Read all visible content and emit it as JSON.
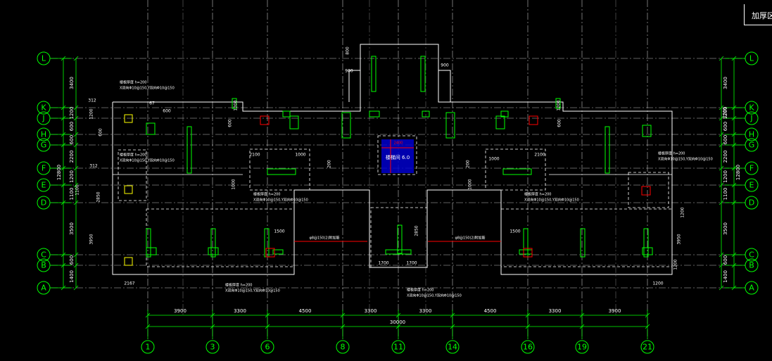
{
  "title_block": {
    "text": "加厚区域"
  },
  "colors": {
    "background": "#000000",
    "axis": "#00ff00",
    "wall": "#ffffff",
    "grid_line": "#ffffff",
    "column": "#00ff00",
    "highlight": "#ff0000",
    "yellow_mark": "#ffff00",
    "blue_fill": "#0000cc",
    "note_text": "#ffffff"
  },
  "axes_horizontal": [
    {
      "label": "L",
      "left_dim": "3400",
      "right_dim": "3400"
    },
    {
      "label": "K",
      "left_dim": "1200",
      "right_dim": "1200"
    },
    {
      "label": "J",
      "left_dim": "600",
      "right_dim": "600"
    },
    {
      "label": "H",
      "left_dim": "600",
      "right_dim": "600"
    },
    {
      "label": "G",
      "left_dim": "2200",
      "right_dim": "2200"
    },
    {
      "label": "F",
      "left_dim": "1200",
      "right_dim": "1200"
    },
    {
      "label": "E",
      "left_dim": "1100",
      "right_dim": "1100"
    },
    {
      "label": "D",
      "left_dim": "3500",
      "right_dim": "3500"
    },
    {
      "label": "C",
      "left_dim": "600",
      "right_dim": "600"
    },
    {
      "label": "B",
      "left_dim": "1400",
      "right_dim": "1400"
    },
    {
      "label": "A",
      "left_dim": "",
      "right_dim": ""
    }
  ],
  "overall_left_dim": "12800",
  "overall_right_dim": "12800",
  "axes_vertical": [
    {
      "label": "1"
    },
    {
      "label": "3"
    },
    {
      "label": "6"
    },
    {
      "label": "8"
    },
    {
      "label": "11"
    },
    {
      "label": "14"
    },
    {
      "label": "16"
    },
    {
      "label": "19"
    },
    {
      "label": "21"
    }
  ],
  "bay_dims": [
    "3900",
    "3300",
    "4500",
    "3300",
    "3300",
    "4500",
    "3300",
    "3900"
  ],
  "overall_bottom_dim": "30000",
  "interior_dims": [
    {
      "text": "800"
    },
    {
      "text": "900"
    },
    {
      "text": "900"
    },
    {
      "text": "1200"
    },
    {
      "text": "1200"
    },
    {
      "text": "1200"
    },
    {
      "text": "1200"
    },
    {
      "text": "2100"
    },
    {
      "text": "1000"
    },
    {
      "text": "2100"
    },
    {
      "text": "1000"
    },
    {
      "text": "1000"
    },
    {
      "text": "1000"
    },
    {
      "text": "1500"
    },
    {
      "text": "1500"
    },
    {
      "text": "2850"
    },
    {
      "text": "2850"
    },
    {
      "text": "3950"
    },
    {
      "text": "3950"
    },
    {
      "text": "1700"
    },
    {
      "text": "1700"
    },
    {
      "text": "2167"
    },
    {
      "text": "1200"
    },
    {
      "text": "312"
    },
    {
      "text": "312"
    },
    {
      "text": "600"
    },
    {
      "text": "600"
    },
    {
      "text": "67"
    },
    {
      "text": "600"
    },
    {
      "text": "600"
    },
    {
      "text": "200"
    },
    {
      "text": "200"
    },
    {
      "text": "1200"
    },
    {
      "text": "1200"
    },
    {
      "text": "1100"
    }
  ],
  "notes": [
    {
      "line1": "楼板厚度 h=200",
      "line2": "X双向Φ10@150,Y双向Φ10@150"
    },
    {
      "line1": "楼板厚度 h=200",
      "line2": "X双向Φ10@150,Y双向Φ10@150"
    },
    {
      "line1": "楼板厚度 h=200",
      "line2": "X双向Φ10@150,Y双向Φ10@150"
    },
    {
      "line1": "楼板厚度 h=200",
      "line2": "X双向Φ10@150,Y双向Φ10@150"
    },
    {
      "line1": "楼板厚度 h=200",
      "line2": "X双向Φ10@150,Y双向Φ10@150"
    },
    {
      "line1": "楼板厚度 h=200",
      "line2": "X双向Φ10@150,Y双向Φ10@150"
    },
    {
      "line1": "楼板厚度 h=200",
      "line2": "X双向Φ10@150,Y双向Φ10@150"
    }
  ],
  "beam_labels": [
    {
      "text": "φ8@150(2)附加筋"
    },
    {
      "text": "φ8@150(2)附加筋"
    }
  ],
  "center_label": {
    "text": "楼梯间 6.0"
  },
  "center_dim": {
    "text": "2400"
  }
}
